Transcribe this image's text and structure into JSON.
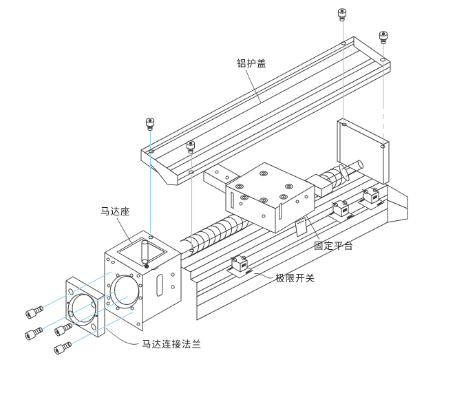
{
  "figure": {
    "kind": "exploded assembly diagram - ball screw linear actuator",
    "labels": {
      "aluminum_cover": "铝护盖",
      "motor_mount": "马达座",
      "fixed_platform": "固定平台",
      "limit_switch": "极限开关",
      "motor_flange": "马达连接法兰"
    },
    "colors": {
      "line": "#3c3c3c",
      "guide_line": "#8fcfe9",
      "text": "#1f1f1f",
      "background": "#ffffff"
    }
  }
}
